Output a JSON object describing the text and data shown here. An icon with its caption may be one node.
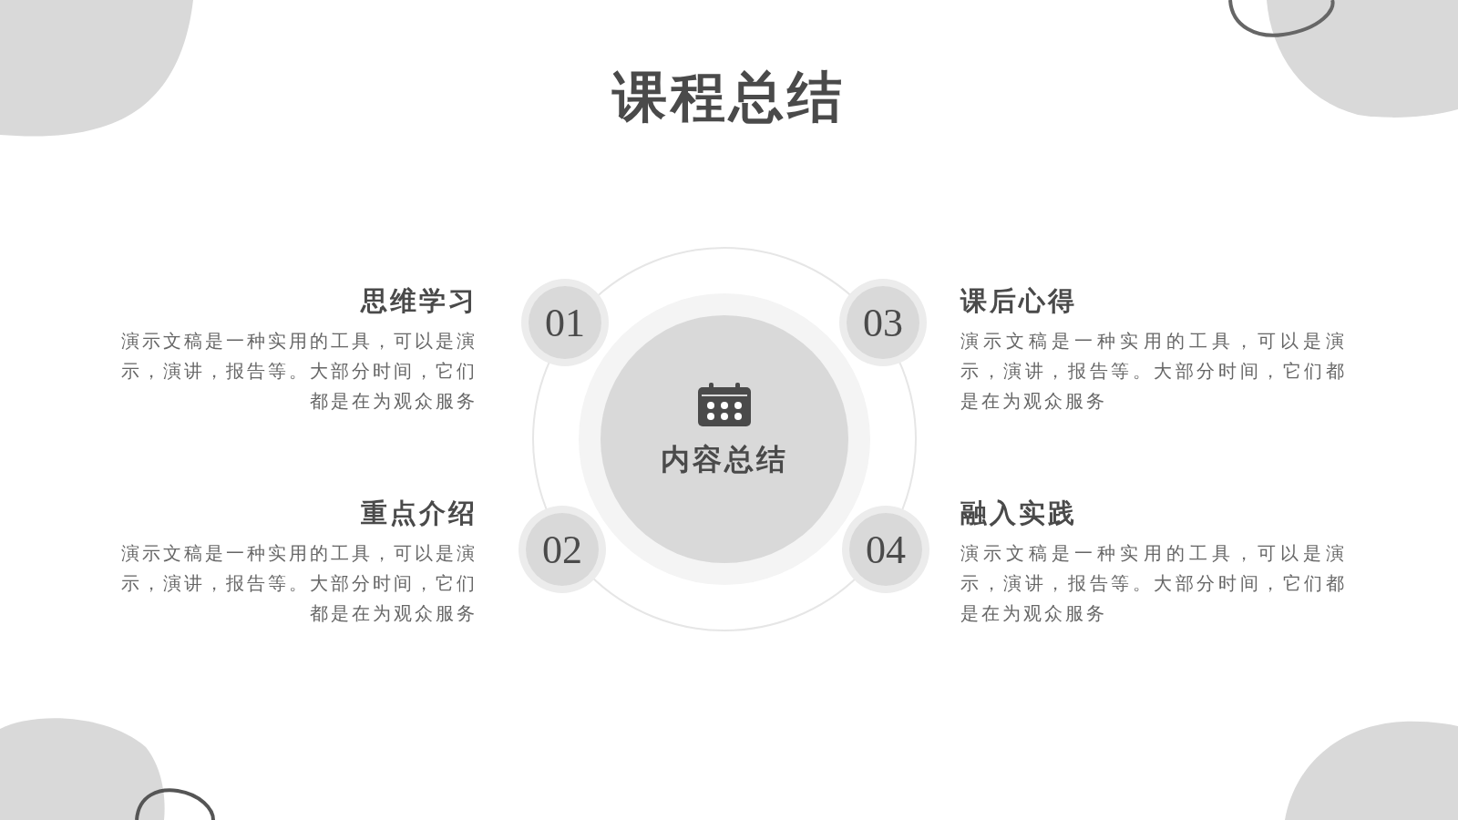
{
  "diagram": {
    "title": "课程总结",
    "nodes": [
      {
        "text": [
          "内容总结"
        ]
      },
      {
        "text": [
          "01"
        ],
        "beside": [
          "思维学习",
          "演示文稿是一种实用的工具，可以是演示，演讲，报告等。大部分时间，它们都是在为观众服务"
        ]
      },
      {
        "text": [
          "02"
        ],
        "beside": [
          "重点介绍",
          "演示文稿是一种实用的工具，可以是演示，演讲，报告等。大部分时间，它们都是在为观众服务"
        ]
      },
      {
        "text": [
          "03"
        ],
        "beside": [
          "课后心得",
          "演示文稿是一种实用的工具，可以是演示，演讲，报告等。大部分时间，它们都是在为观众服务"
        ]
      },
      {
        "text": [
          "04"
        ],
        "beside": [
          "融入实践",
          "演示文稿是一种实用的工具，可以是演示，演讲，报告等。大部分时间，它们都是在为观众服务"
        ]
      }
    ]
  }
}
